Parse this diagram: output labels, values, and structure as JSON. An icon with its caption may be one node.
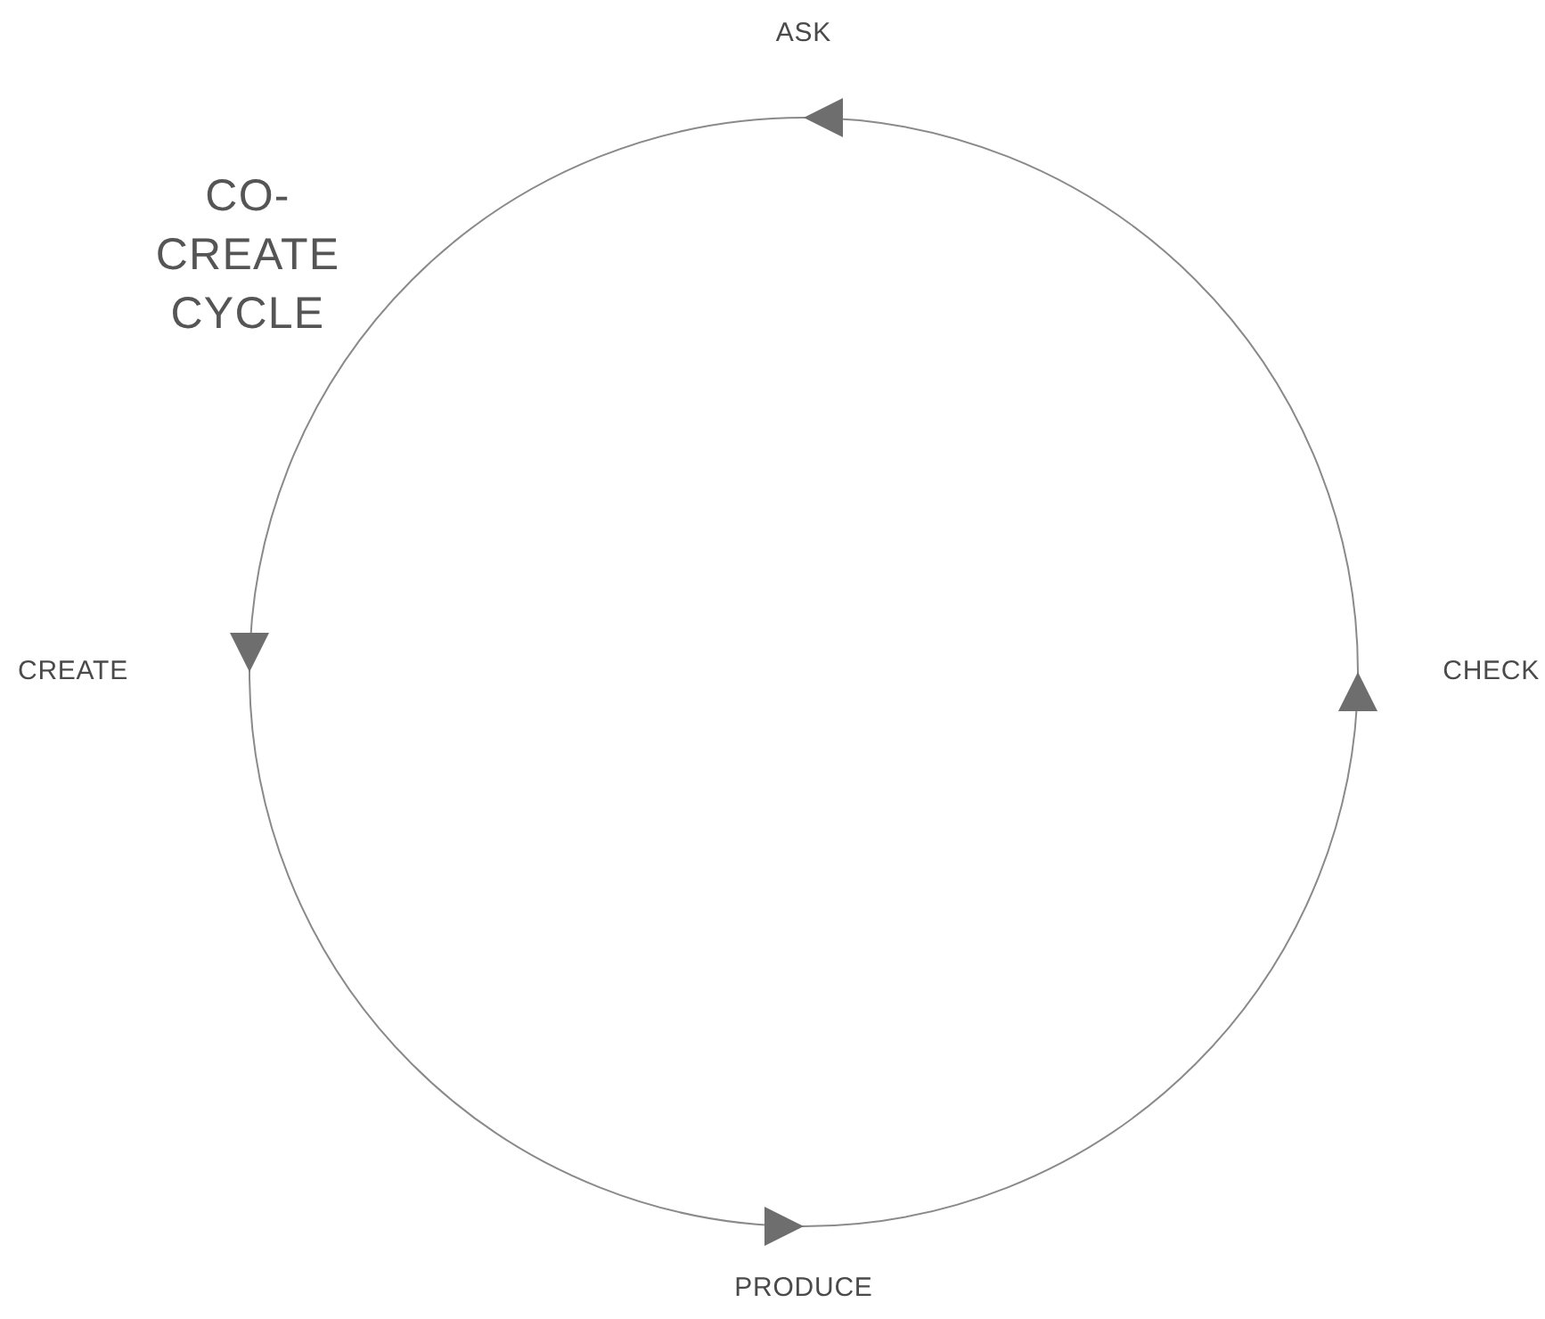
{
  "diagram": {
    "title": "CO-CREATE CYCLE",
    "nodes": [
      {
        "text": [
          "ASK"
        ]
      },
      {
        "text": [
          "CREATE"
        ]
      },
      {
        "text": [
          "PRODUCE"
        ]
      },
      {
        "text": [
          "CHECK"
        ]
      }
    ],
    "edges": [
      {
        "from": 3,
        "to": 0,
        "arrow": "to"
      },
      {
        "from": 0,
        "to": 1,
        "arrow": "to"
      },
      {
        "from": 1,
        "to": 2,
        "arrow": "to"
      },
      {
        "from": 2,
        "to": 3,
        "arrow": "to"
      }
    ]
  }
}
